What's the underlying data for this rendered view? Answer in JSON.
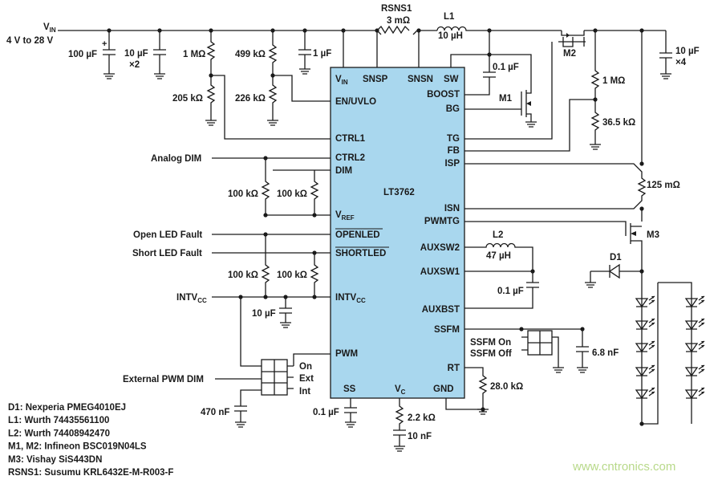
{
  "input": {
    "name": "V",
    "sub": "IN",
    "range": "4 V to 28 V"
  },
  "ic": {
    "name": "LT3762",
    "pins_left": {
      "vin": "V",
      "vin_sub": "IN",
      "en": "EN/UVLO",
      "ctrl1": "CTRL1",
      "ctrl2": "CTRL2",
      "dim": "DIM",
      "vref": "V",
      "vref_sub": "REF",
      "openled": "OPENLED",
      "shortled": "SHORTLED",
      "intvcc": "INTV",
      "intvcc_sub": "CC",
      "pwm": "PWM"
    },
    "pins_top": {
      "snsp": "SNSP",
      "snsn": "SNSN",
      "sw": "SW"
    },
    "pins_right": {
      "boost": "BOOST",
      "bg": "BG",
      "tg": "TG",
      "fb": "FB",
      "isp": "ISP",
      "isn": "ISN",
      "pwmtg": "PWMTG",
      "auxsw2": "AUXSW2",
      "auxsw1": "AUXSW1",
      "auxbst": "AUXBST",
      "ssfm": "SSFM",
      "rt": "RT"
    },
    "pins_bottom": {
      "ss": "SS",
      "vc": "V",
      "vc_sub": "C",
      "gnd": "GND"
    }
  },
  "components": {
    "rsns1": "RSNS1",
    "rsns1_val": "3 mΩ",
    "l1": "L1",
    "l1_val": "10 µH",
    "c_in1": "100 µF",
    "c_in2": "10 µF",
    "c_in2_mult": "×2",
    "r_1m_a": "1 MΩ",
    "r_205k": "205 kΩ",
    "r_499k": "499 kΩ",
    "r_226k": "226 kΩ",
    "c_1u": "1 µF",
    "c_boost": "0.1 µF",
    "m1": "M1",
    "m2": "M2",
    "r_1m_b": "1 MΩ",
    "r_36k5": "36.5 kΩ",
    "c_out": "10 µF",
    "c_out_mult": "×4",
    "r_sense": "125 mΩ",
    "m3": "M3",
    "d1": "D1",
    "l2": "L2",
    "l2_val": "47 µH",
    "c_aux": "0.1 µF",
    "c_ssfm": "6.8 nF",
    "ssfm_on": "SSFM On",
    "ssfm_off": "SSFM Off",
    "r_rt": "28.0 kΩ",
    "r_ctrl_a": "100 kΩ",
    "r_ctrl_b": "100 kΩ",
    "r_flt_a": "100 kΩ",
    "r_flt_b": "100 kΩ",
    "c_intvcc": "10 µF",
    "c_ss": "0.1 µF",
    "r_vc": "2.2 kΩ",
    "c_vc": "10 nF",
    "c_470n": "470 nF",
    "sw_on": "On",
    "sw_ext": "Ext",
    "sw_int": "Int"
  },
  "signals": {
    "analog_dim": "Analog DIM",
    "open_fault": "Open LED Fault",
    "short_fault": "Short LED Fault",
    "intvcc": "INTV",
    "intvcc_sub": "CC",
    "ext_pwm": "External PWM DIM"
  },
  "bom": [
    "D1: Nexperia PMEG4010EJ",
    "L1: Wurth 74435561100",
    "L2: Wurth 74408942470",
    "M1, M2: Infineon BSC019N04LS",
    "M3: Vishay SiS443DN",
    "RSNS1: Susumu KRL6432E-M-R003-F"
  ],
  "watermark": "www.cntronics.com",
  "colors": {
    "ic_fill": "#a9d7ee",
    "wire": "#1a1a1a",
    "watermark": "#b8d98a"
  }
}
